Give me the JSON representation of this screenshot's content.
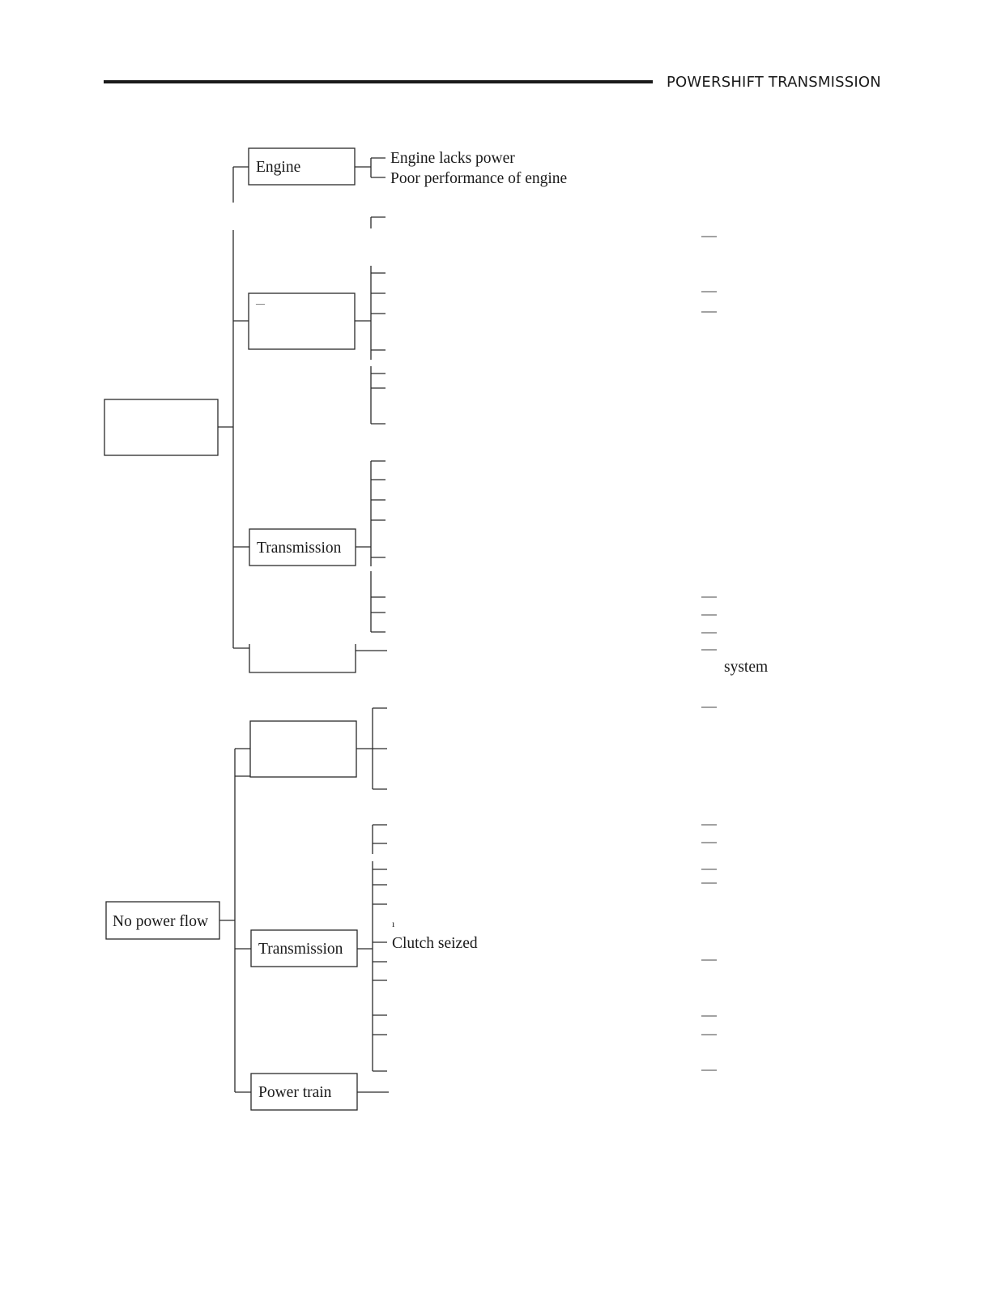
{
  "header": {
    "title": "POWERSHIFT TRANSMISSION"
  },
  "diagram": {
    "group1": {
      "root_label": "",
      "engine": {
        "label": "Engine",
        "causes": [
          "Engine lacks power",
          "Poor performance of engine"
        ]
      },
      "second_label": "",
      "second_mark": "—",
      "transmission": {
        "label": "Transmission"
      },
      "fourth_label": "",
      "right_note": "system"
    },
    "group2": {
      "root_label": "No power flow",
      "first_label": "",
      "transmission": {
        "label": "Transmission",
        "stray_mark": "ı",
        "cause": "Clutch seized"
      },
      "power_train": {
        "label": "Power train"
      }
    }
  }
}
